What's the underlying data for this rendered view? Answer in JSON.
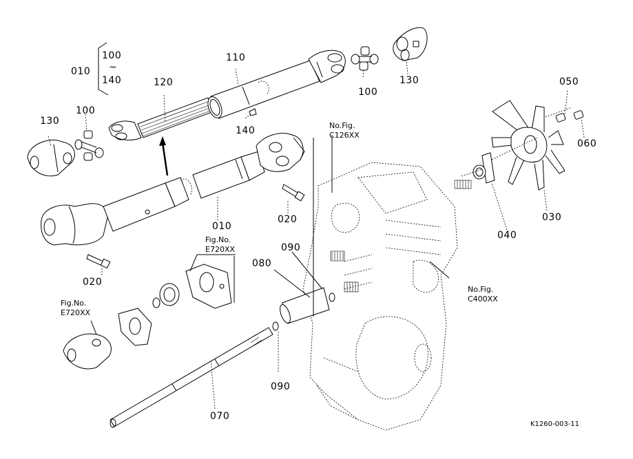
{
  "diagram": {
    "type": "exploded-parts-diagram",
    "drawing_code": "K1260-003-11",
    "group": {
      "assembly": "010",
      "range_start": "100",
      "range_sep": "~",
      "range_end": "140"
    },
    "part_labels": [
      {
        "id": "p110",
        "text": "110"
      },
      {
        "id": "p120",
        "text": "120"
      },
      {
        "id": "p100a",
        "text": "100"
      },
      {
        "id": "p130a",
        "text": "130"
      },
      {
        "id": "p100b",
        "text": "100"
      },
      {
        "id": "p130b",
        "text": "130"
      },
      {
        "id": "p140",
        "text": "140"
      },
      {
        "id": "p010",
        "text": "010"
      },
      {
        "id": "p020a",
        "text": "020"
      },
      {
        "id": "p020b",
        "text": "020"
      },
      {
        "id": "p050",
        "text": "050"
      },
      {
        "id": "p060",
        "text": "060"
      },
      {
        "id": "p030",
        "text": "030"
      },
      {
        "id": "p040",
        "text": "040"
      },
      {
        "id": "p090a",
        "text": "090"
      },
      {
        "id": "p080",
        "text": "080"
      },
      {
        "id": "p090b",
        "text": "090"
      },
      {
        "id": "p070",
        "text": "070"
      }
    ],
    "references": [
      {
        "id": "ref_c126",
        "line1": "No.Fig.",
        "line2": "C126XX"
      },
      {
        "id": "ref_c400",
        "line1": "No.Fig.",
        "line2": "C400XX"
      },
      {
        "id": "ref_e720a",
        "line1": "Fig.No.",
        "line2": "E720XX"
      },
      {
        "id": "ref_e720b",
        "line1": "Fig.No.",
        "line2": "E720XX"
      }
    ]
  }
}
